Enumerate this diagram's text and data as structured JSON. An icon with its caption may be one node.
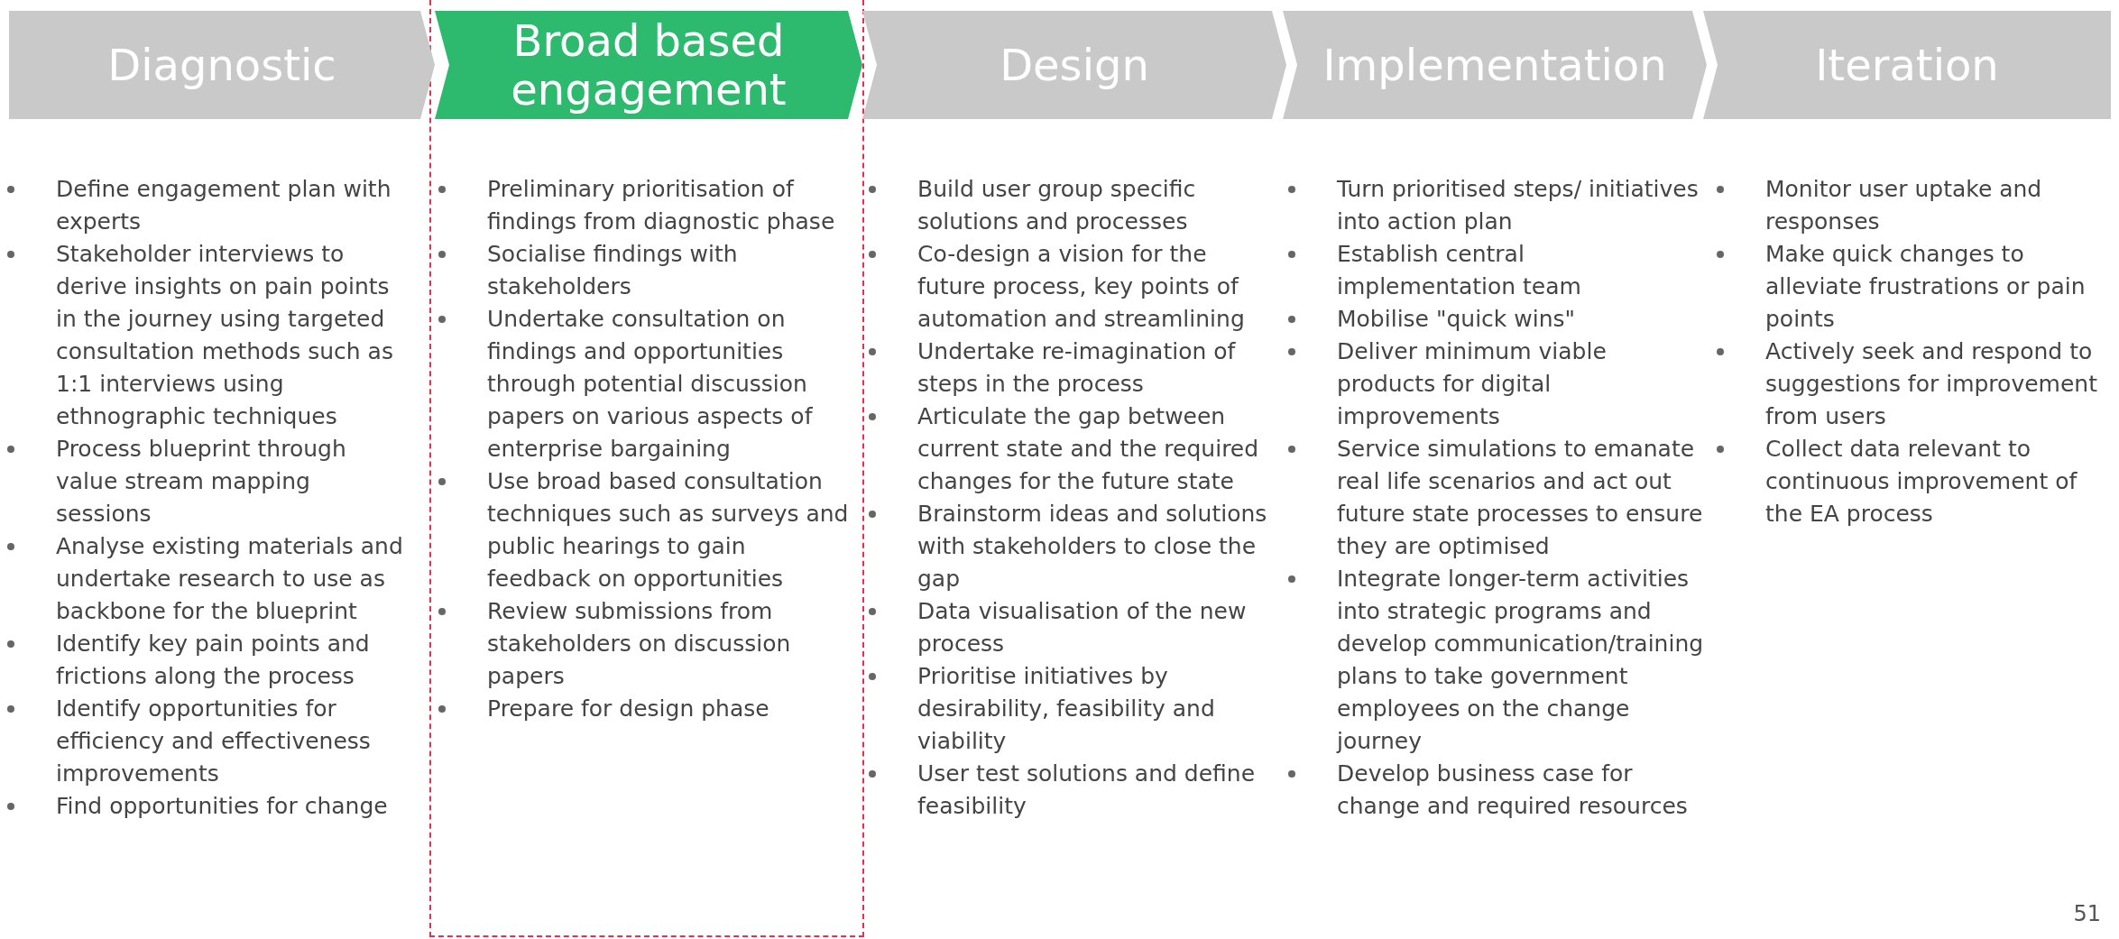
{
  "diagram": {
    "nodes": [
      {
        "text": [
          "Diagnostic"
        ],
        "beside": [
          "Define engagement plan with experts",
          "Stakeholder interviews to derive insights on pain points in the journey using targeted consultation methods such as 1:1 interviews using ethnographic techniques",
          "Process blueprint through value stream mapping sessions",
          "Analyse existing materials and undertake research to use as backbone for the blueprint",
          "Identify key pain points and frictions along the process",
          "Identify opportunities for efficiency and effectiveness improvements",
          "Find opportunities for change"
        ]
      },
      {
        "text": [
          "Broad based engagement"
        ],
        "beside": [
          "Preliminary prioritisation of findings from diagnostic phase",
          "Socialise findings with stakeholders",
          "Undertake consultation on findings and opportunities through potential discussion papers on various aspects of enterprise bargaining",
          "Use broad based consultation techniques such as surveys and public hearings to gain feedback on opportunities",
          "Review submissions from stakeholders on discussion papers",
          "Prepare for design phase"
        ]
      },
      {
        "text": [
          "Design"
        ],
        "beside": [
          "Build user group specific solutions and processes",
          "Co-design a vision for the future process, key points of automation and streamlining",
          "Undertake re-imagination of steps in the process",
          "Articulate the gap between current state and the required changes for the future state",
          "Brainstorm ideas and solutions with stakeholders to close the gap",
          "Data visualisation of the new process",
          "Prioritise initiatives by desirability, feasibility and viability",
          "User test solutions and define feasibility"
        ]
      },
      {
        "text": [
          "Implementation"
        ],
        "beside": [
          "Turn prioritised steps/ initiatives into action plan",
          "Establish central implementation team",
          "Mobilise \"quick wins\"",
          "Deliver minimum viable products for digital improvements",
          "Service simulations to emanate real life scenarios and act out future state processes to ensure they are optimised",
          "Integrate longer-term activities into strategic programs and develop communication/training plans to take government employees on the change journey",
          "Develop business case for change and required resources"
        ]
      },
      {
        "text": [
          "Iteration"
        ],
        "beside": [
          "Monitor user uptake and responses",
          "Make quick changes to alleviate frustrations or pain points",
          "Actively seek and respond to suggestions for improvement from users",
          "Collect data relevant to continuous improvement of the EA process"
        ]
      }
    ],
    "edges": [],
    "labels": [
      "51"
    ]
  }
}
